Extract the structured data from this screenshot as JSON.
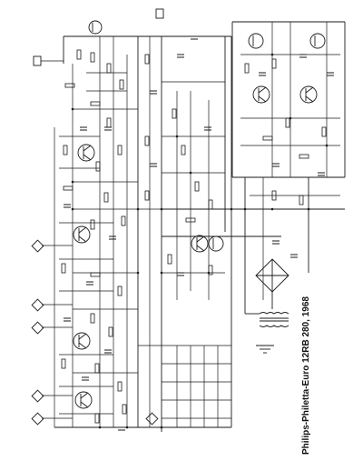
{
  "caption": "Philips-Philetta-Euro 12RB 280, 1968",
  "colors": {
    "ink": "#1a1a1a",
    "paper": "#ffffff"
  },
  "symbols": [
    "transistor",
    "resistor",
    "capacitor",
    "diode-bridge",
    "transformer",
    "terminal-box",
    "ground"
  ]
}
